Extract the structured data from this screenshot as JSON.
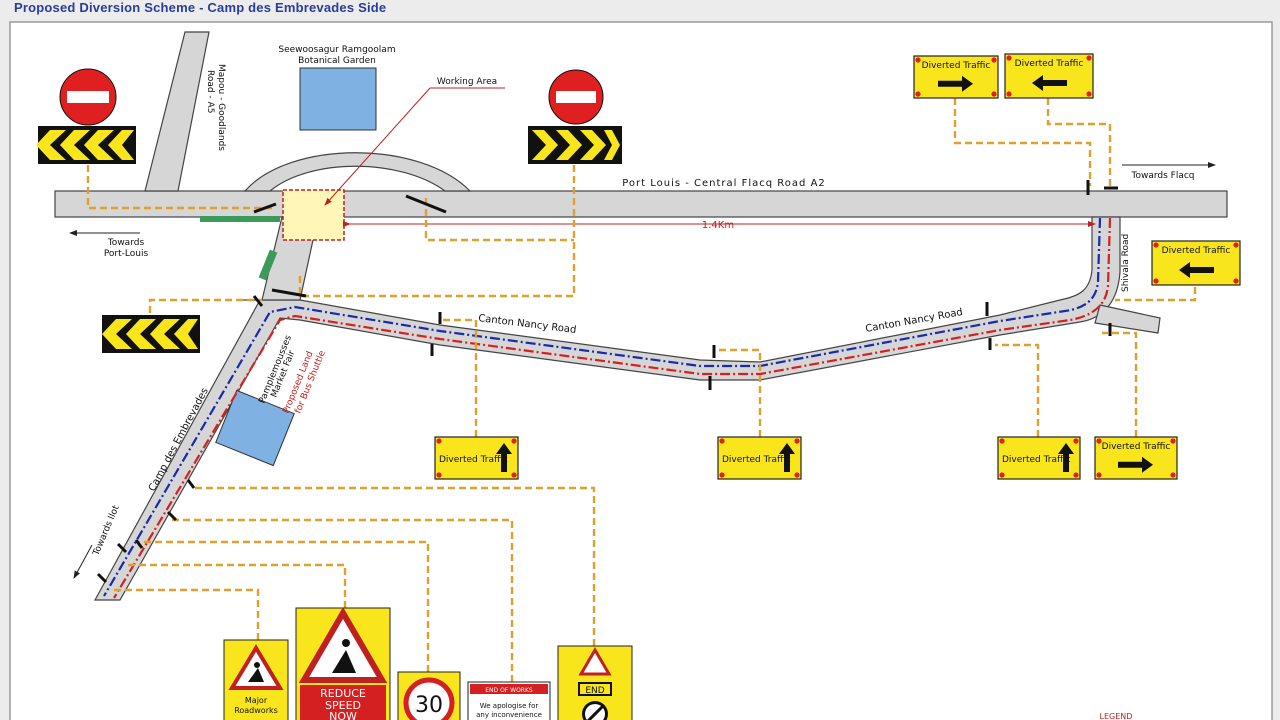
{
  "header": {
    "title": "Proposed Diversion Scheme - Camp des Embrevades Side"
  },
  "labels": {
    "garden": [
      "Seewoosagur Ramgoolam",
      "Botanical Garden"
    ],
    "working_area": "Working Area",
    "main_road": "Port Louis  -  Central Flacq Road A2",
    "towards_flacq": "Towards Flacq",
    "towards_port_louis": [
      "Towards",
      "Port-Louis"
    ],
    "distance": "1.4Km",
    "mapou_road": [
      "Mapou - Goodlands",
      "Road - A5"
    ],
    "shivala_road": "Shivala Road",
    "canton_nancy_1": "Canton Nancy Road",
    "canton_nancy_2": "Canton Nancy Road",
    "camp_des_embrevades": "Camp des Embrevades",
    "towards_ilot": "Towards Ilot",
    "market": [
      "Pamplemousses",
      "Market Fair"
    ],
    "proposed_land": [
      "Proposed Land",
      "for Bus Shuttle"
    ],
    "legend": "LEGEND"
  },
  "signs": {
    "diverted_traffic": "Diverted Traffic",
    "major_roadworks": [
      "Major",
      "Roadworks"
    ],
    "reduce_speed": [
      "REDUCE",
      "SPEED",
      "NOW"
    ],
    "speed_limit": "30",
    "end_of_works": "END OF WORKS",
    "apology": [
      "We apologise for",
      "any inconvenience"
    ],
    "end": "END"
  },
  "colors": {
    "sign_yellow": "#f8e51c",
    "road_grey": "#d3d3d3",
    "dash_orange": "#e0a030",
    "route_blue": "#1a2aa8",
    "route_red": "#d42020",
    "no_entry_red": "#e02020",
    "building_blue": "#7fb1e2",
    "working_area": "#fff6b8"
  }
}
